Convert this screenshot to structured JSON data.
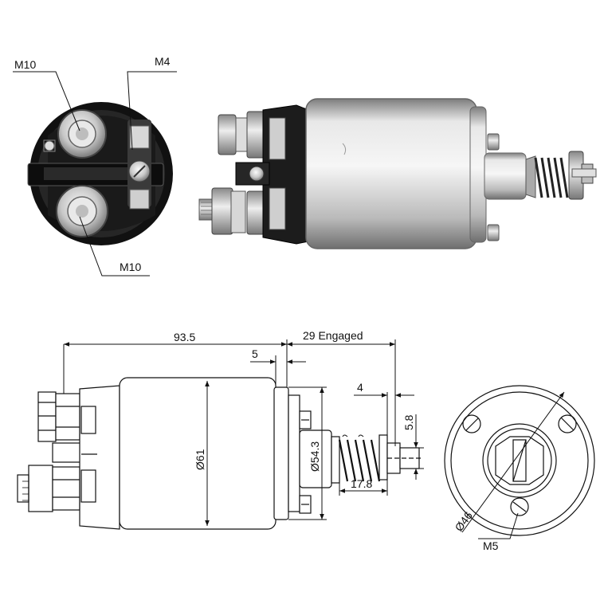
{
  "labels": {
    "thread_top": "M10",
    "thread_small": "M4",
    "thread_bottom": "M10",
    "thread_mount": "M5"
  },
  "dimensions": {
    "overall_length": "93.5",
    "engaged_travel": "29 Engaged",
    "flange_offset": "5",
    "body_diameter": "Ø61",
    "flange_diameter": "Ø54.3",
    "plunger_tip": "4",
    "plunger_diameter": "5.8",
    "spring_length": "17.8",
    "bolt_circle": "Ø46"
  },
  "colors": {
    "line": "#111111",
    "metal": "#c9c9c9",
    "dark_cap": "#1e1e1e",
    "background": "#ffffff"
  }
}
